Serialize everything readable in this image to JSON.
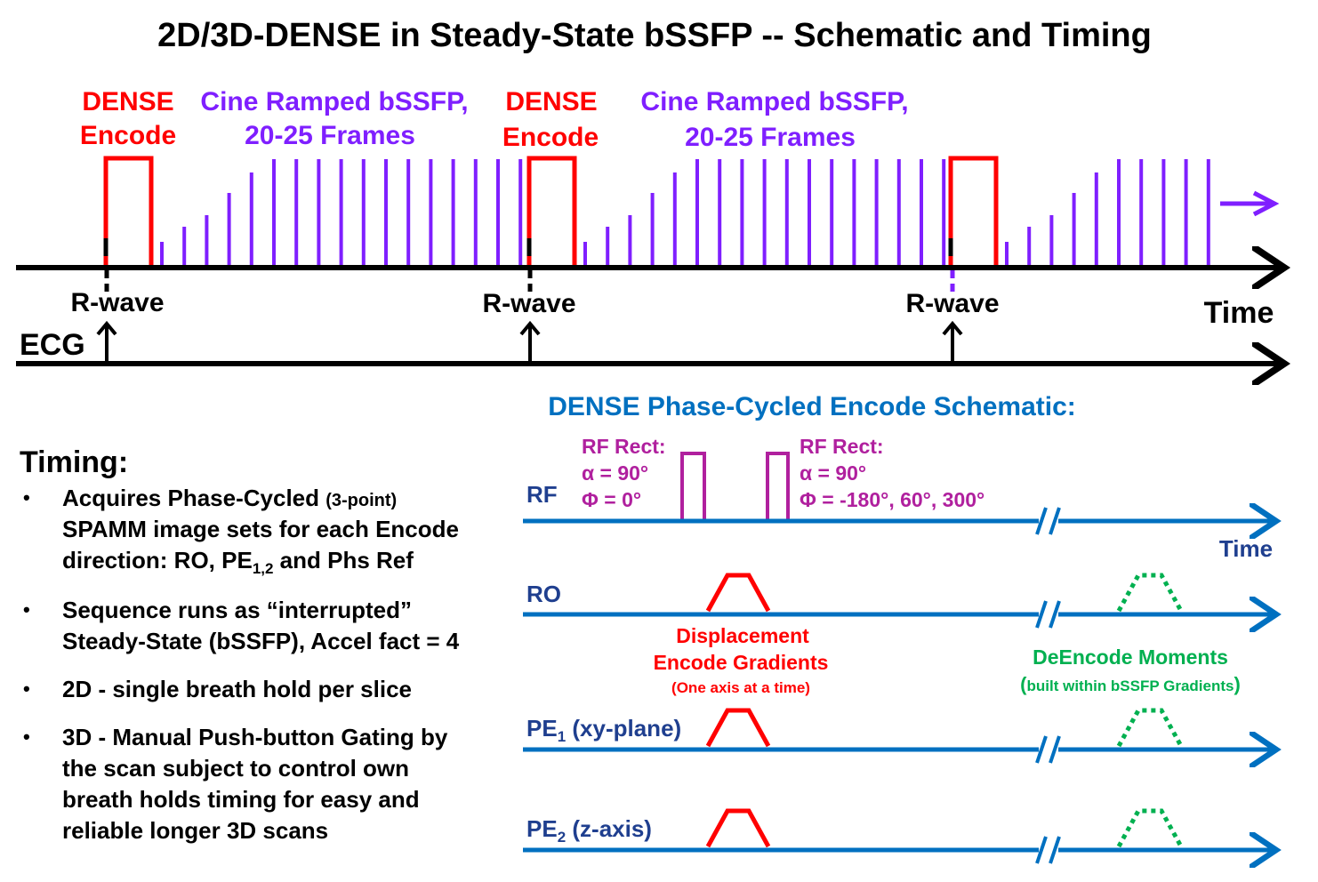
{
  "title": "2D/3D-DENSE in Steady-State bSSFP -- Schematic and Timing",
  "top": {
    "encode_label": {
      "line1": "DENSE",
      "line2": "Encode"
    },
    "cine_label": {
      "line1": "Cine Ramped bSSFP,",
      "line2": "20-25 Frames"
    },
    "r_wave": "R-wave",
    "time": "Time",
    "ecg": "ECG",
    "colors": {
      "encode": "#ff0000",
      "cine": "#7f1fff",
      "axis": "#000000"
    }
  },
  "schematic": {
    "heading": "DENSE Phase-Cycled Encode Schematic:",
    "rf": {
      "label": "RF",
      "pulse1": {
        "line1": "RF Rect:",
        "line2": "α = 90°",
        "line3": "Φ = 0°"
      },
      "pulse2": {
        "line1": "RF Rect:",
        "line2": "α = 90°",
        "line3": "Φ = -180°, 60°, 300°"
      }
    },
    "time": "Time",
    "ro": {
      "label": "RO"
    },
    "pe1": {
      "label": "PE",
      "sub": "1",
      "suffix": " (xy-plane)"
    },
    "pe2": {
      "label": "PE",
      "sub": "2",
      "suffix": " (z-axis)"
    },
    "displacement": {
      "line1": "Displacement",
      "line2": "Encode Gradients",
      "line3": "(One axis at a time)"
    },
    "deencode": {
      "line1": "DeEncode Moments",
      "line2_open": "(",
      "line2": "built within bSSFP Gradients",
      "line2_close": ")"
    },
    "colors": {
      "axis": "#0070c0",
      "rf": "#b0209e",
      "encode": "#ff0000",
      "deencode": "#00b050"
    }
  },
  "timing": {
    "heading": "Timing:",
    "bullet": "•",
    "items": [
      {
        "l1a": "Acquires Phase-Cycled ",
        "l1b": "(3-point)",
        "l2": "SPAMM image sets for each Encode",
        "l3a": "direction: RO, PE",
        "l3sub": "1,2",
        "l3b": " and Phs Ref"
      },
      {
        "l1": "Sequence runs as “interrupted”",
        "l2": "Steady-State (bSSFP), Accel fact = 4"
      },
      {
        "l1": "2D - single breath hold per slice"
      },
      {
        "l1": "3D - Manual Push-button Gating by",
        "l2": "the scan subject to control own",
        "l3": "breath holds timing for easy and",
        "l4": "reliable longer 3D scans"
      }
    ]
  }
}
